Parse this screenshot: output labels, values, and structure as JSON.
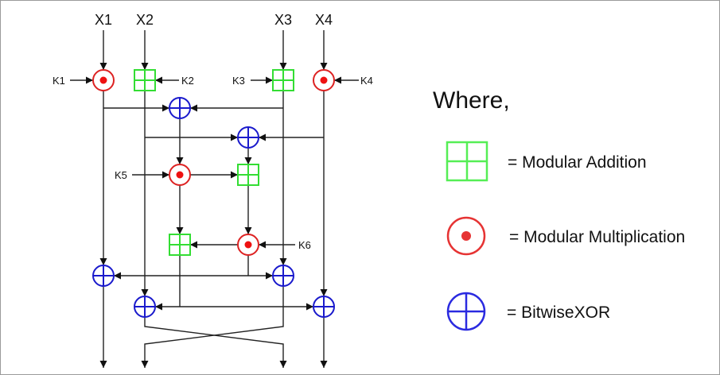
{
  "diagram": {
    "inputs": [
      "X1",
      "X2",
      "X3",
      "X4"
    ],
    "keys": [
      "K1",
      "K2",
      "K3",
      "K4",
      "K5",
      "K6"
    ]
  },
  "legend": {
    "title": "Where,",
    "items": [
      {
        "symbol": "modular-addition",
        "label": "= Modular Addition"
      },
      {
        "symbol": "modular-multiplication",
        "label": "= Modular Multiplication"
      },
      {
        "symbol": "bitwise-xor",
        "label": "= BitwiseXOR"
      }
    ]
  },
  "colors": {
    "addition": "#33dd33",
    "multiplication": "#dd2222",
    "xor": "#1a1acc",
    "line": "#222222"
  }
}
